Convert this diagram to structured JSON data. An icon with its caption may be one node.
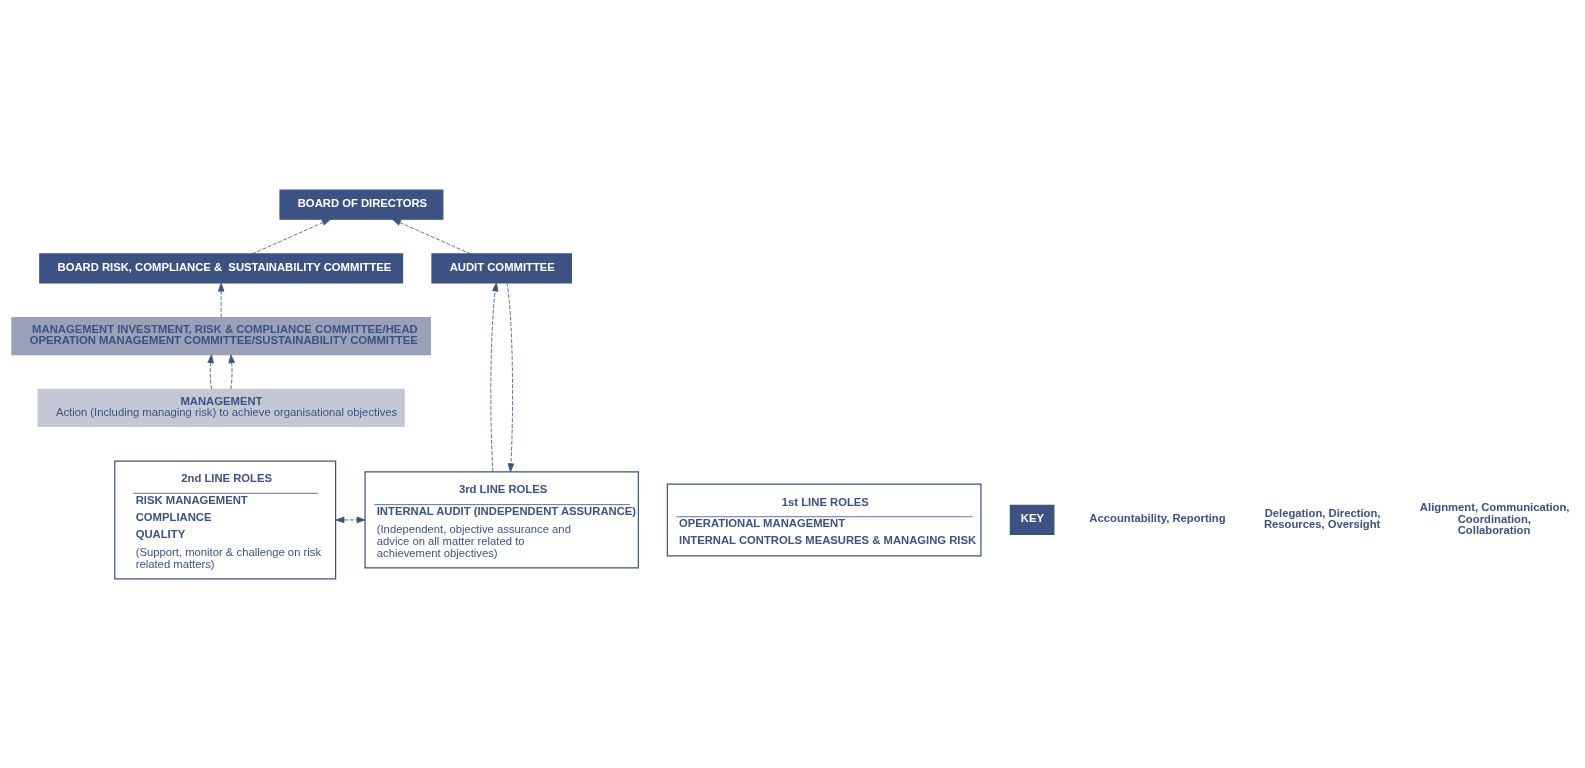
{
  "diagram": {
    "nodes": [
      {
        "text": [
          "BOARD OF DIRECTORS"
        ]
      },
      {
        "text": [
          "BOARD RISK, COMPLIANCE &  SUSTAINABILITY COMMITTEE"
        ]
      },
      {
        "text": [
          "AUDIT COMMITTEE"
        ]
      },
      {
        "text": [
          "MANAGEMENT INVESTMENT, RISK & COMPLIANCE COMMITTEE/HEAD OPERATION MANAGEMENT COMMITTEE/SUSTAINABILITY COMMITTEE"
        ]
      },
      {
        "text": [
          "MANAGEMENT",
          "Action (Including managing risk) to achieve organisational objectives"
        ]
      },
      {
        "text": [
          "1st LINE ROLES",
          "OPERATIONAL MANAGEMENT",
          "INTERNAL CONTROLS MEASURES & MANAGING RISK"
        ]
      },
      {
        "text": [
          "2nd LINE ROLES",
          "RISK MANAGEMENT",
          "COMPLIANCE",
          "QUALITY",
          "(Support, monitor & challenge on risk related matters)"
        ]
      },
      {
        "text": [
          "3rd LINE ROLES",
          "INTERNAL AUDIT (INDEPENDENT ASSURANCE)",
          "(Independent, objective assurance and advice on all matter related to achievement objectives)"
        ]
      }
    ],
    "edges": [
      {
        "from": 1,
        "to": 0,
        "arrow": "to",
        "style": "dashed"
      },
      {
        "from": 2,
        "to": 0,
        "arrow": "to",
        "style": "dashed"
      },
      {
        "from": 3,
        "to": 1,
        "arrow": "to",
        "style": "dashed"
      },
      {
        "from": 4,
        "to": 3,
        "arrow": "to",
        "style": "dashed"
      },
      {
        "from": 4,
        "to": 3,
        "arrow": "to",
        "style": "dashed"
      },
      {
        "from": 2,
        "to": 7,
        "arrow": "to",
        "style": "dashed"
      },
      {
        "from": 7,
        "to": 2,
        "arrow": "to",
        "style": "dashed"
      },
      {
        "from": 6,
        "to": 7,
        "arrow": "both",
        "style": "dashed"
      }
    ],
    "labels": [
      "KEY"
    ],
    "legend": [
      {
        "text": "Accountability, Reporting"
      },
      {
        "text": "Delegation, Direction, Resources, Oversight"
      },
      {
        "text": "Alignment, Communication, Coordination, Collaboration"
      }
    ]
  }
}
